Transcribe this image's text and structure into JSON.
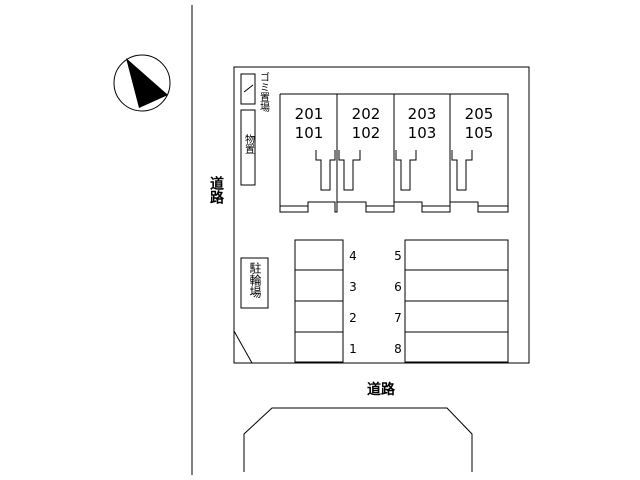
{
  "compass": {
    "icon": "north-arrow-icon"
  },
  "roads": {
    "west": "道路",
    "south": "道路"
  },
  "facilities": {
    "garbage": "ゴミ置場",
    "storage": "物置",
    "bicycle": "駐輪場"
  },
  "units": [
    {
      "upper": "201",
      "lower": "101"
    },
    {
      "upper": "202",
      "lower": "102"
    },
    {
      "upper": "203",
      "lower": "103"
    },
    {
      "upper": "205",
      "lower": "105"
    }
  ],
  "parking": {
    "left": [
      "4",
      "3",
      "2",
      "1"
    ],
    "right": [
      "5",
      "6",
      "7",
      "8"
    ]
  }
}
